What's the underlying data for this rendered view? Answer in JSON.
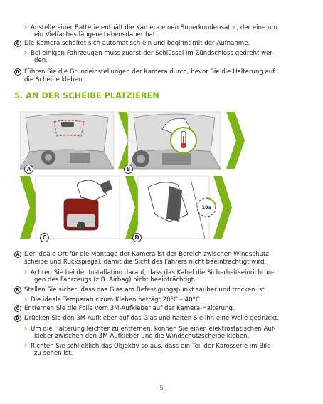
{
  "top": {
    "b1": "Anstelle einer Batterie enthält die Kamera einen Superkondensator, der eine um",
    "b1b": "ein Vielfaches längere Lebensdauer hat.",
    "c_letter": "C",
    "c_text": "Die Kamera schaltet sich automatisch ein und beginnt mit der Aufnahme.",
    "b2": "Bei einigen Fahrzeugen muss zuerst der Schlüssel im Zündschloss gedreht wer-",
    "b2b": "den.",
    "d_letter": "D",
    "d_text": "Führen Sie die Grundeinstellungen der Kamera durch, bevor Sie die Halterung auf",
    "d_textb": "die Scheibe kleben."
  },
  "heading": "5. AN DER SCHEIBE PLATZIEREN",
  "figure": {
    "panel_a": "A",
    "panel_b": "B",
    "panel_c": "C",
    "panel_d": "D",
    "timer_label": "10s"
  },
  "bottom": {
    "a_letter": "A",
    "a_text": "Der ideale Ort für die Montage der Kamera ist der Bereich zwischen Windschutz-",
    "a_textb": "scheibe und Rückspiegel, damit die Sicht des Fahrers nicht beeinträchtigt wird.",
    "a_b1": "Achten Sie bei der Installation darauf, dass das Kabel die Sicherheitseinrichtun-",
    "a_b1b": "gen des Fahrzeugs (z.B. Airbag) nicht beeinträchtigt.",
    "b_letter": "B",
    "b_text": "Stellen Sie sicher, dass das Glas am Befestigungspunkt sauber und trocken ist.",
    "b_b1": "Die ideale Temperatur zum Kleben beträgt 20°C – 40°C.",
    "c_letter": "C",
    "c_text": "Entfernen Sie die Folie vom 3M-Aufkleber auf der Kamera-Halterung.",
    "d_letter": "D",
    "d_text": "Drücken Sie den 3M-Aufkleber auf das Glas und halten Sie ihn eine Weile gedrückt.",
    "d_b1": "Um die Halterung leichter zu entfernen, können Sie einen elektrostatischen Auf-",
    "d_b1b": "kleber zwischen den 3M-Aufkleber und die Windschutzscheibe kleben.",
    "d_b2": "Richten Sie schließlich das Objektiv so aus, dass ein Teil der Karosserie im Bild",
    "d_b2b": "zu sehen ist."
  },
  "page_number": "- 5 -",
  "colors": {
    "accent": "#7cb518",
    "camera_red": "#8b1d14"
  }
}
